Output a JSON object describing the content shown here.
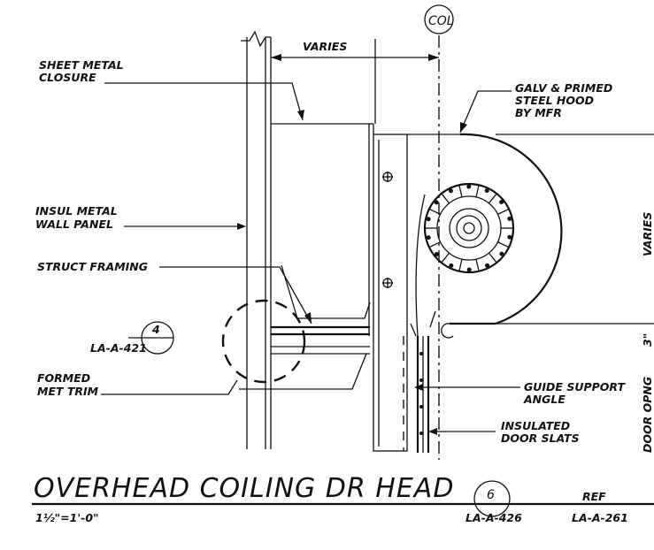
{
  "labels": {
    "col": "COL",
    "varies_top": "VARIES",
    "sheet_metal_1": "SHEET METAL",
    "sheet_metal_2": "CLOSURE",
    "galv_1": "GALV & PRIMED",
    "galv_2": "STEEL HOOD",
    "galv_3": "BY MFR",
    "insul_1": "INSUL METAL",
    "insul_2": "WALL PANEL",
    "struct_framing": "STRUCT FRAMING",
    "formed_1": "FORMED",
    "formed_2": "MET TRIM",
    "guide_1": "GUIDE SUPPORT",
    "guide_2": "ANGLE",
    "insulated_1": "INSULATED",
    "insulated_2": "DOOR SLATS",
    "varies_side": "VARIES",
    "dim_3": "3\"",
    "door_opng": "DOOR OPNG"
  },
  "detail_ref_left": {
    "number": "4",
    "sheet": "LA-A-421"
  },
  "title": {
    "text": "OVERHEAD COILING DR HEAD",
    "scale": "1½\"=1'-0\""
  },
  "detail_ref_title": {
    "number": "6",
    "sheet": "LA-A-426"
  },
  "ref": {
    "label": "REF",
    "sheet": "LA-A-261"
  }
}
